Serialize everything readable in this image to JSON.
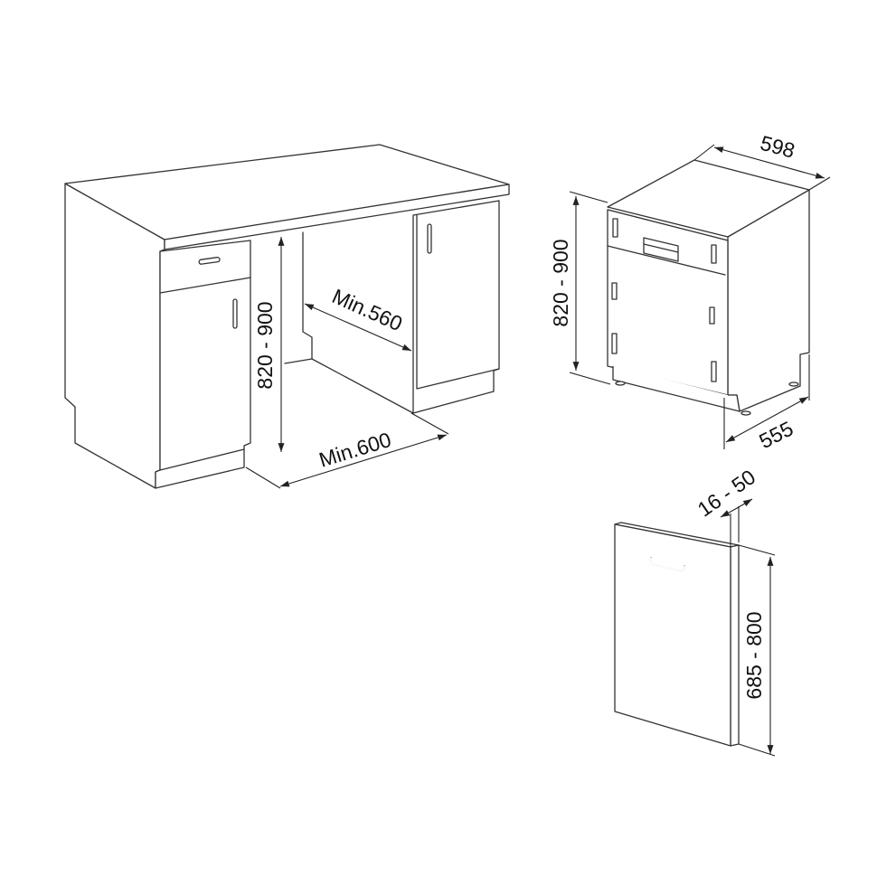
{
  "colors": {
    "line": "#333333",
    "background": "#ffffff"
  },
  "cabinet_niche": {
    "height_label": "820 - 900",
    "depth_label": "Min.560",
    "width_label": "Min.600"
  },
  "appliance": {
    "width_label": "598",
    "height_label": "820 - 900",
    "depth_label": "555"
  },
  "door_panel": {
    "thickness_label": "16 - 50",
    "height_label": "685 - 800"
  }
}
